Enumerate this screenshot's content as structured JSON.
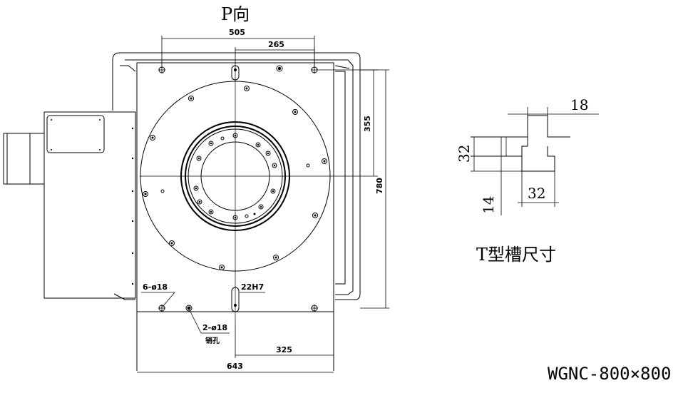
{
  "title_p": "P向",
  "dims": {
    "d505": "505",
    "d265": "265",
    "d355": "355",
    "d780": "780",
    "d643": "643",
    "d325": "325",
    "d22h7": "22H7",
    "holes6": "6-ø18",
    "holes2": "2-ø18",
    "pin": "销孔"
  },
  "tslot": {
    "d18": "18",
    "d32a": "32",
    "d32b": "32",
    "d14": "14",
    "caption": "T型槽尺寸"
  },
  "model": "WGNC-800×800"
}
